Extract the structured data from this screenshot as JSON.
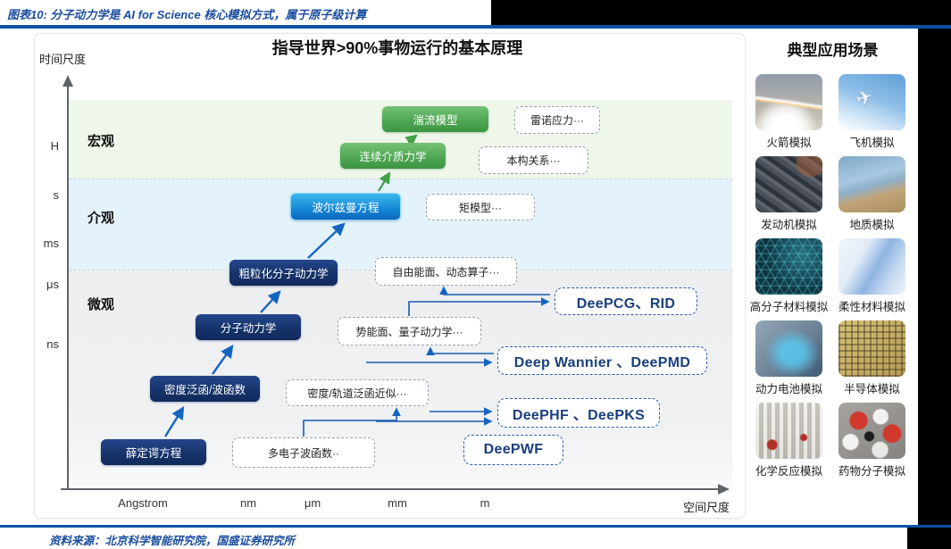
{
  "caption": {
    "text": "图表10: 分子动力学是 AI for Science 核心模拟方式，属于原子级计算"
  },
  "source": {
    "text": "资料来源：北京科学智能研究院，国盛证券研究所"
  },
  "diagram": {
    "title": "指导世界>90%事物运行的基本原理",
    "time_axis": {
      "label": "时间尺度",
      "ticks": [
        "H",
        "s",
        "ms",
        "μs",
        "ns"
      ]
    },
    "space_axis": {
      "label": "空间尺度",
      "ticks": [
        "Angstrom",
        "nm",
        "μm",
        "mm",
        "m"
      ]
    },
    "bands": [
      {
        "label": "宏观",
        "color": "#eef7ea"
      },
      {
        "label": "介观",
        "color": "#e3f2fb"
      },
      {
        "label": "微观",
        "color": "#eceef0"
      }
    ],
    "chain": [
      {
        "label": "薛定谔方程"
      },
      {
        "label": "密度泛函/波函数"
      },
      {
        "label": "分子动力学"
      },
      {
        "label": "粗粒化分子动力学"
      },
      {
        "label": "波尔兹曼方程"
      },
      {
        "label": "连续介质力学"
      },
      {
        "label": "湍流模型"
      }
    ],
    "approx": [
      {
        "label": "多电子波函数··"
      },
      {
        "label": "密度/轨道泛函近似···"
      },
      {
        "label": "势能面、量子动力学···"
      },
      {
        "label": "自由能面、动态算子···"
      },
      {
        "label": "矩模型···"
      },
      {
        "label": "本构关系···"
      },
      {
        "label": "雷诺应力···"
      }
    ],
    "ai_methods": [
      {
        "label": "DeePWF"
      },
      {
        "label": "DeePHF 、DeePKS"
      },
      {
        "label": "Deep Wannier 、DeePMD"
      },
      {
        "label": "DeePCG、RID"
      }
    ]
  },
  "applications": {
    "title": "典型应用场景",
    "items": [
      {
        "label": "火箭模拟"
      },
      {
        "label": "飞机模拟"
      },
      {
        "label": "发动机模拟"
      },
      {
        "label": "地质模拟"
      },
      {
        "label": "高分子材料模拟"
      },
      {
        "label": "柔性材料模拟"
      },
      {
        "label": "动力电池模拟"
      },
      {
        "label": "半导体模拟"
      },
      {
        "label": "化学反应模拟"
      },
      {
        "label": "药物分子模拟"
      }
    ]
  },
  "colors": {
    "divider_blue": "#0b52a4",
    "caption_blue": "#1b4da0",
    "navy_box": "#17356e",
    "boltzmann_blue": "#2aa9e0",
    "green_box": "#4ca551",
    "arrow_blue": "#1565c0",
    "arrow_green": "#43a047",
    "band_macro": "#eef7ea",
    "band_meso": "#e3f2fb",
    "band_micro": "#eceef0"
  }
}
